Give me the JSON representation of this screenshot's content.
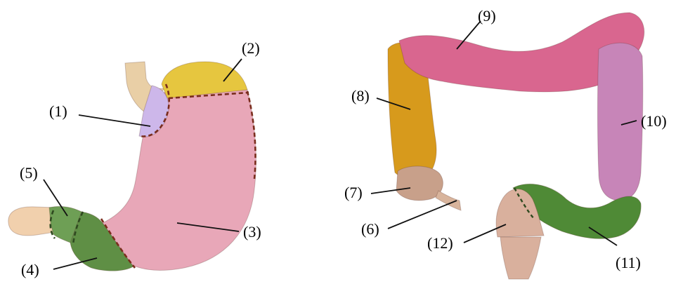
{
  "labels": {
    "l1": "(1)",
    "l2": "(2)",
    "l3": "(3)",
    "l4": "(4)",
    "l5": "(5)",
    "l6": "(6)",
    "l7": "(7)",
    "l8": "(8)",
    "l9": "(9)",
    "l10": "(10)",
    "l11": "(11)",
    "l12": "(12)"
  },
  "colors": {
    "background": "#ffffff",
    "esophagus": "#e9cfa6",
    "cardia": "#cdb7ea",
    "fundus": "#e6c63f",
    "body": "#e8a7b8",
    "antrum": "#5f8f45",
    "pylorus": "#6e9f55",
    "duodenum": "#f1d0ad",
    "cecum": "#c8a08a",
    "appendix": "#d8b49c",
    "ascending_colon": "#d79a1c",
    "transverse_colon": "#d9668f",
    "descending_colon": "#c785b8",
    "sigmoid_colon": "#4f8a36",
    "rectum": "#d9b09d",
    "dashed_line": "#7a2d1d",
    "leader_line": "#111111"
  }
}
